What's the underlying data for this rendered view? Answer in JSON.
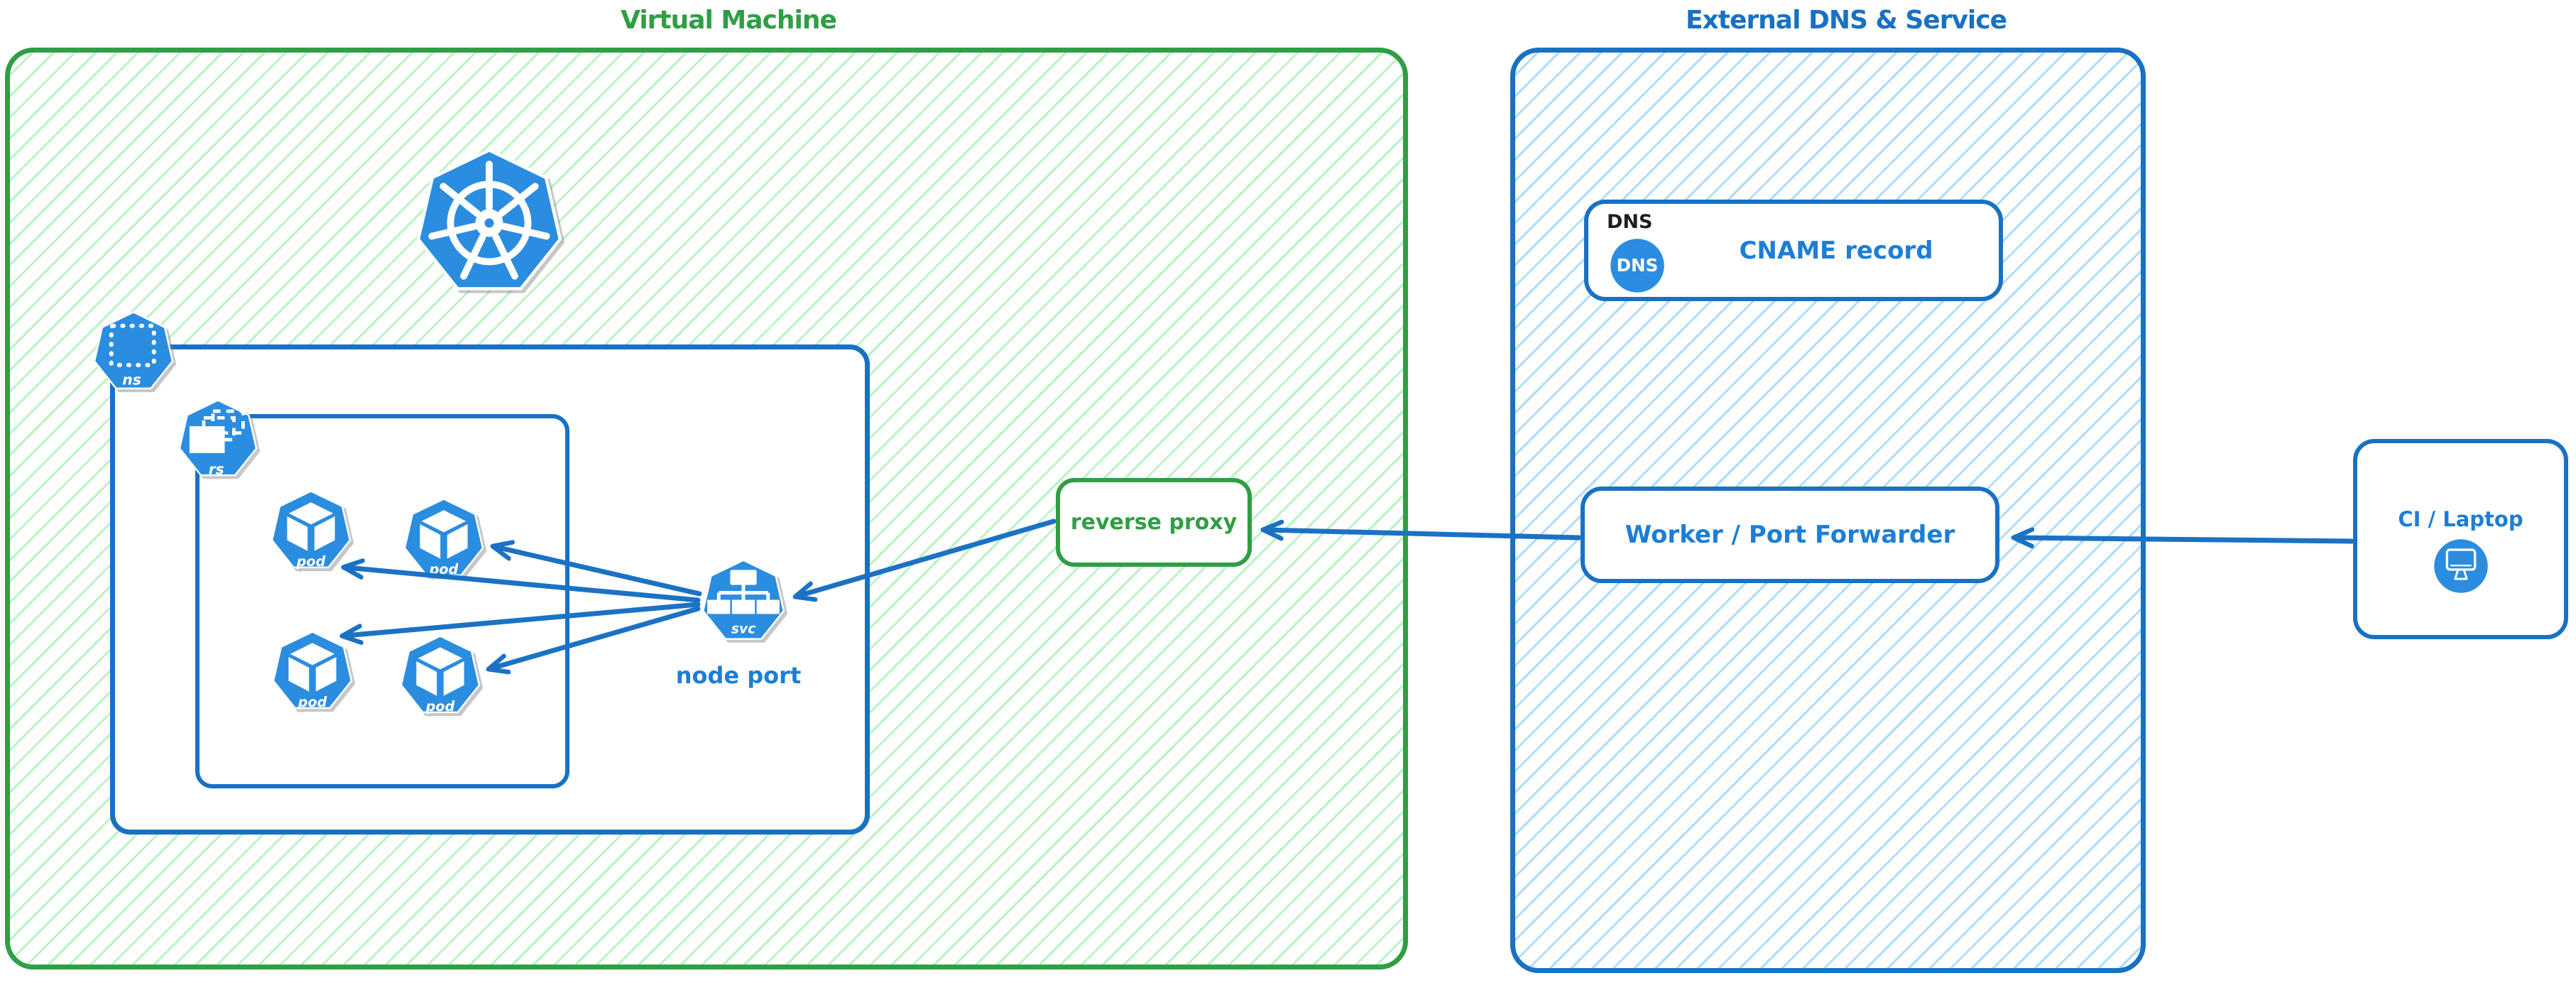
{
  "colors": {
    "green_stroke": "#2f9e44",
    "green_hatch": "#b2f2bb",
    "blue_stroke": "#1971c2",
    "blue_handwriting": "#1c7ed6",
    "icon_fill": "#2b8de0",
    "dns_tag_text": "#1e1e1e",
    "background": "#ffffff"
  },
  "virtual_machine": {
    "title": "Virtual Machine",
    "kubernetes_icon": "kubernetes-logo",
    "namespace": {
      "icon_label": "ns"
    },
    "replicaset": {
      "icon_label": "rs"
    },
    "pods": [
      "pod",
      "pod",
      "pod",
      "pod"
    ],
    "service": {
      "icon_label": "svc",
      "caption": "node port"
    }
  },
  "reverse_proxy": {
    "label": "reverse proxy"
  },
  "external": {
    "title": "External DNS & Service",
    "dns_card": {
      "tag": "DNS",
      "badge": "DNS",
      "label": "CNAME record"
    },
    "worker_card": {
      "label": "Worker / Port Forwarder"
    }
  },
  "ci": {
    "label": "CI / Laptop",
    "icon": "monitor"
  }
}
